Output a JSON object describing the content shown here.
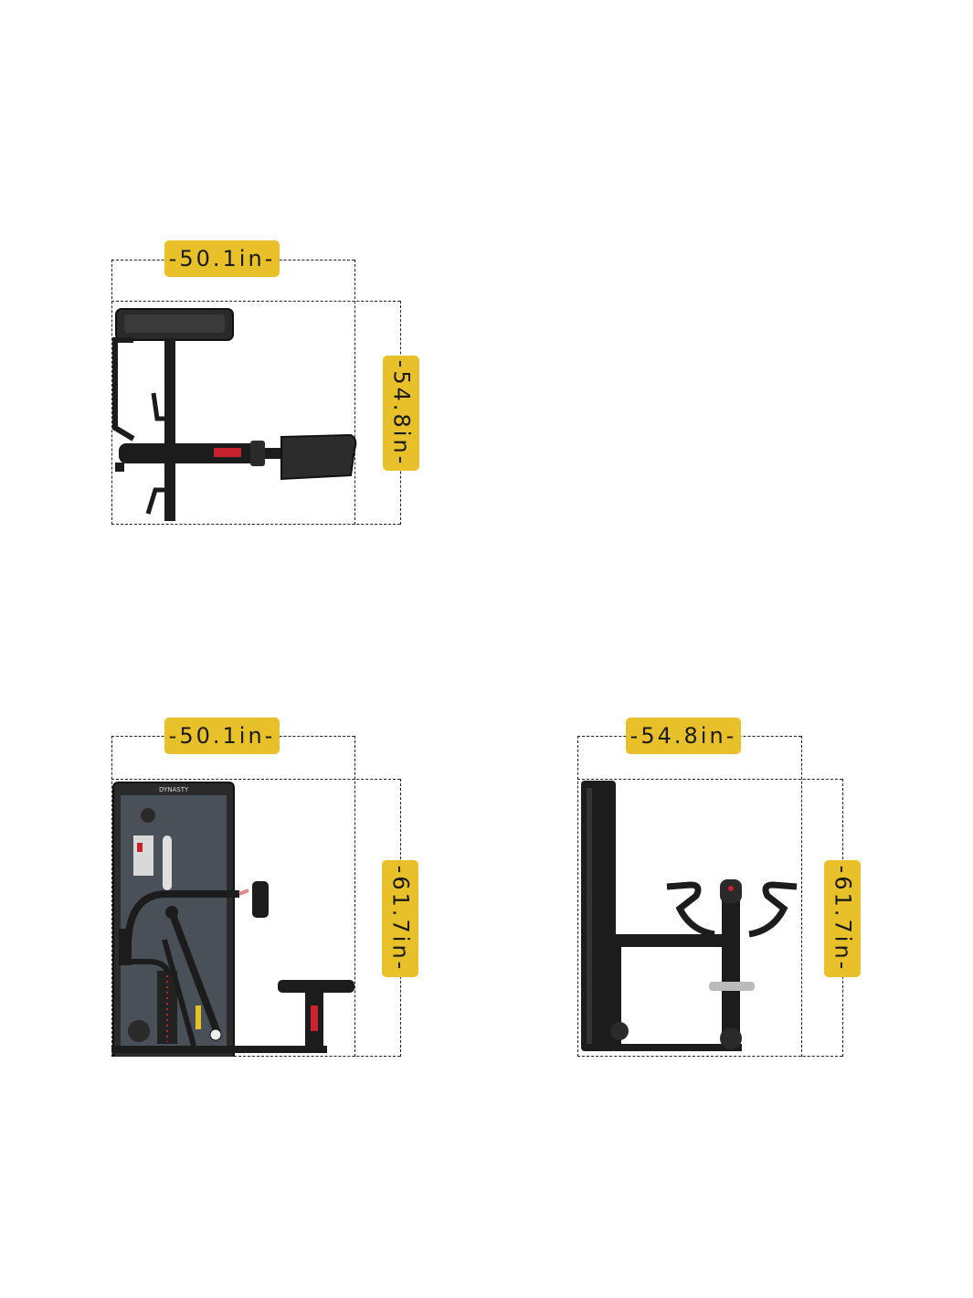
{
  "views": {
    "top": {
      "width_label": "-50.1in-",
      "depth_label": "-54.8in-"
    },
    "front": {
      "width_label": "-50.1in-",
      "height_label": "-61.7in-",
      "brand": "DYNASTY"
    },
    "side": {
      "width_label": "-54.8in-",
      "height_label": "-61.7in-"
    }
  },
  "colors": {
    "label_bg": "#e8c12a",
    "frame": "#1c1c1c",
    "panel": "#4a5058",
    "accent_red": "#c8232c"
  }
}
